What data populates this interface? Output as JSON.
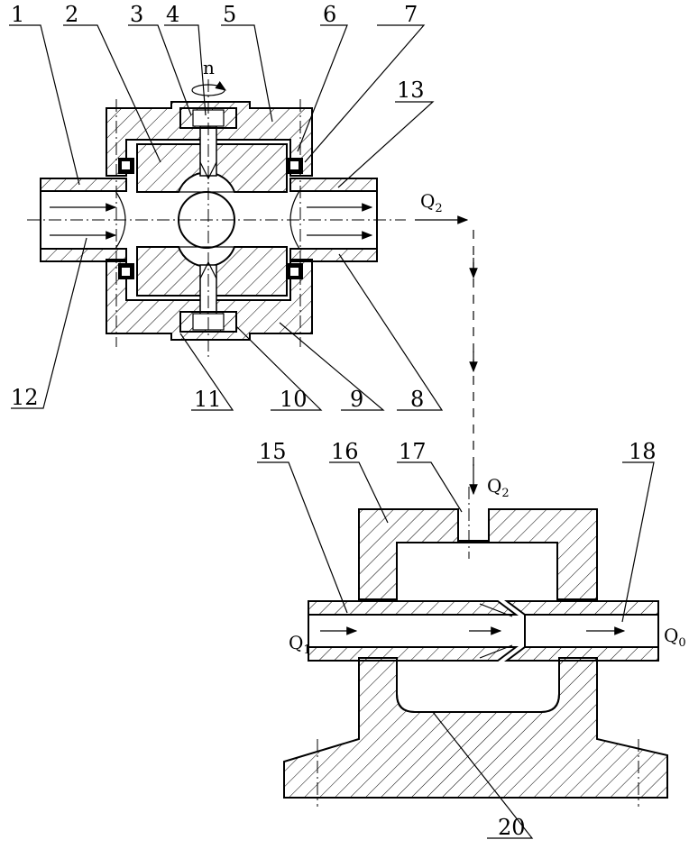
{
  "labels": {
    "p1": "1",
    "p2": "2",
    "p3": "3",
    "p4": "4",
    "p5": "5",
    "p6": "6",
    "p7": "7",
    "p8": "8",
    "p9": "9",
    "p10": "10",
    "p11": "11",
    "p12": "12",
    "p13": "13",
    "p15": "15",
    "p16": "16",
    "p17": "17",
    "p18": "18",
    "p20": "20"
  },
  "symbols": {
    "n": "n",
    "q2_top": "Q",
    "q2_top_sub": "2",
    "q2_mid": "Q",
    "q2_mid_sub": "2",
    "q1": "Q",
    "q1_sub": "1",
    "q0": "Q",
    "q0_sub": "0"
  }
}
